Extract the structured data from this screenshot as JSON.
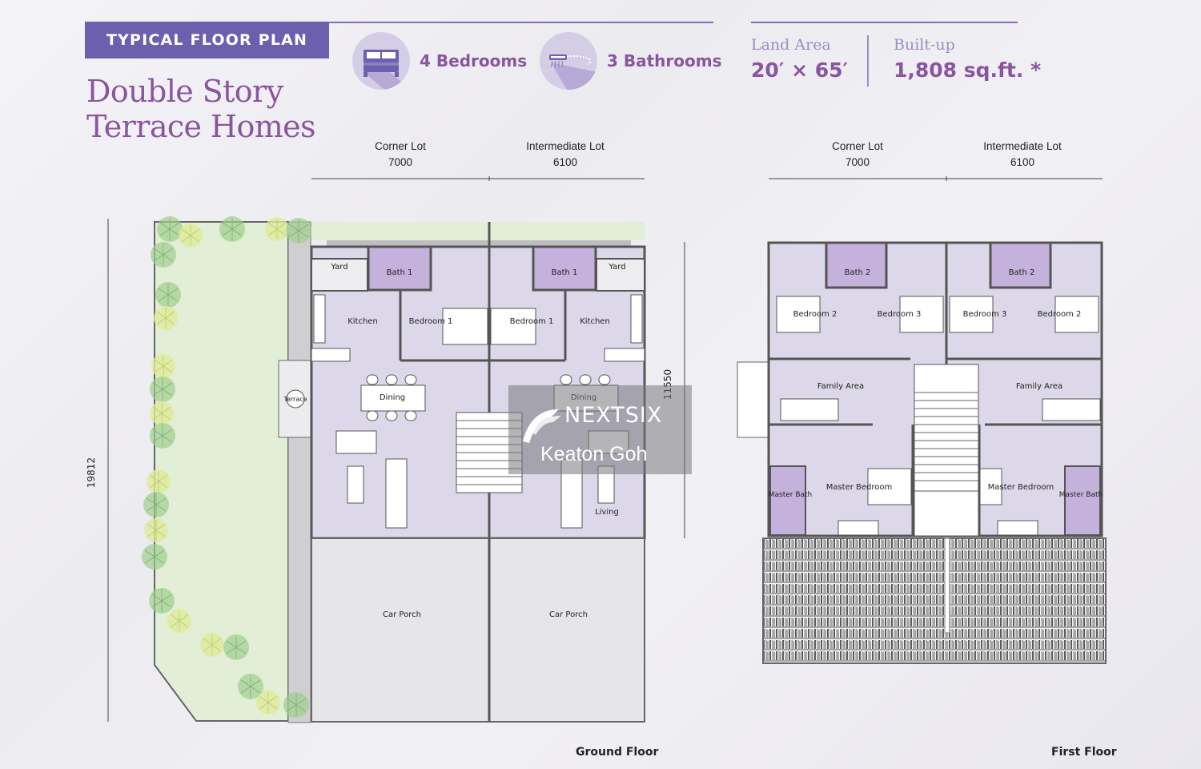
{
  "header": {
    "badge": "TYPICAL FLOOR PLAN",
    "title_line1": "Double Story",
    "title_line2": "Terrace Homes"
  },
  "features": [
    {
      "icon": "bed-icon",
      "label": "4 Bedrooms"
    },
    {
      "icon": "shower-icon",
      "label": "3 Bathrooms"
    }
  ],
  "stats": {
    "land_area": {
      "label": "Land Area",
      "value": "20′ × 65′"
    },
    "built_up": {
      "label": "Built-up",
      "value": "1,808 sq.ft. *"
    }
  },
  "ground_floor": {
    "caption": "Ground Floor",
    "dimensions": {
      "corner_lot": {
        "label": "Corner Lot",
        "value": "7000"
      },
      "intermediate_lot": {
        "label": "Intermediate Lot",
        "value": "6100"
      },
      "total_depth": "19812",
      "house_depth": "11550"
    },
    "rooms": {
      "yard": "Yard",
      "bath1": "Bath 1",
      "kitchen": "Kitchen",
      "bedroom1": "Bedroom 1",
      "dining": "Dining",
      "living": "Living",
      "terrace": "Terrace",
      "car_porch": "Car Porch"
    }
  },
  "first_floor": {
    "caption": "First Floor",
    "dimensions": {
      "corner_lot": {
        "label": "Corner Lot",
        "value": "7000"
      },
      "intermediate_lot": {
        "label": "Intermediate Lot",
        "value": "6100"
      }
    },
    "rooms": {
      "bath2": "Bath 2",
      "bedroom2": "Bedroom 2",
      "bedroom3": "Bedroom 3",
      "family_area": "Family Area",
      "master_bedroom": "Master Bedroom",
      "master_bath": "Master Bath"
    }
  },
  "watermark": {
    "brand": "NEXTSIX",
    "agent": "Keaton Goh"
  },
  "colors": {
    "brand_purple": "#6c5fae",
    "title_purple": "#8a559e",
    "room_lilac": "#dcd8e9",
    "bath_purple": "#c4b1dc",
    "garden_green": "#e2efd6",
    "porch_grey": "#e6e6e8"
  }
}
